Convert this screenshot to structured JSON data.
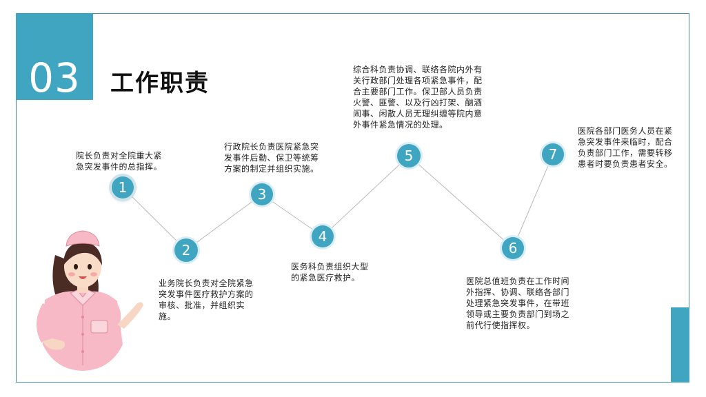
{
  "section_number": "03",
  "title": "工作职责",
  "steps": [
    {
      "num": "1",
      "text": "院长负责对全院重大紧急突发事件的总指挥。"
    },
    {
      "num": "2",
      "text": "业务院长负责对全院紧急突发事件医疗救护方案的审核、批准，并组织实施。"
    },
    {
      "num": "3",
      "text": "行政院长负责医院紧急突发事件后勤、保卫等统筹方案的制定并组织实施。"
    },
    {
      "num": "4",
      "text": "医务科负责组织大型的紧急医疗救护。"
    },
    {
      "num": "5",
      "text": "综合科负责协调、联络各院内外有关行政部门处理各项紧急事件，配合主要部门工作。保卫部人员负责火警、匪警、以及行凶打架、酗酒闹事、闲散人员无理纠缠等院内意外事件紧急情况的处理。"
    },
    {
      "num": "6",
      "text": "医院总值班负责在工作时间外指挥、协调、联络各部门处理紧急突发事件，在带班领导或主要负责部门到场之前代行使指挥权。"
    },
    {
      "num": "7",
      "text": "医院各部门医务人员在紧急突发事件来临时，配合负责部门工作，需要转移患者时要负责患者安全。"
    }
  ],
  "colors": {
    "accent": "#3fa5c1",
    "frame": "#3f8fa3",
    "line": "#b5b5b5"
  },
  "illustration": "nurse-illustration"
}
